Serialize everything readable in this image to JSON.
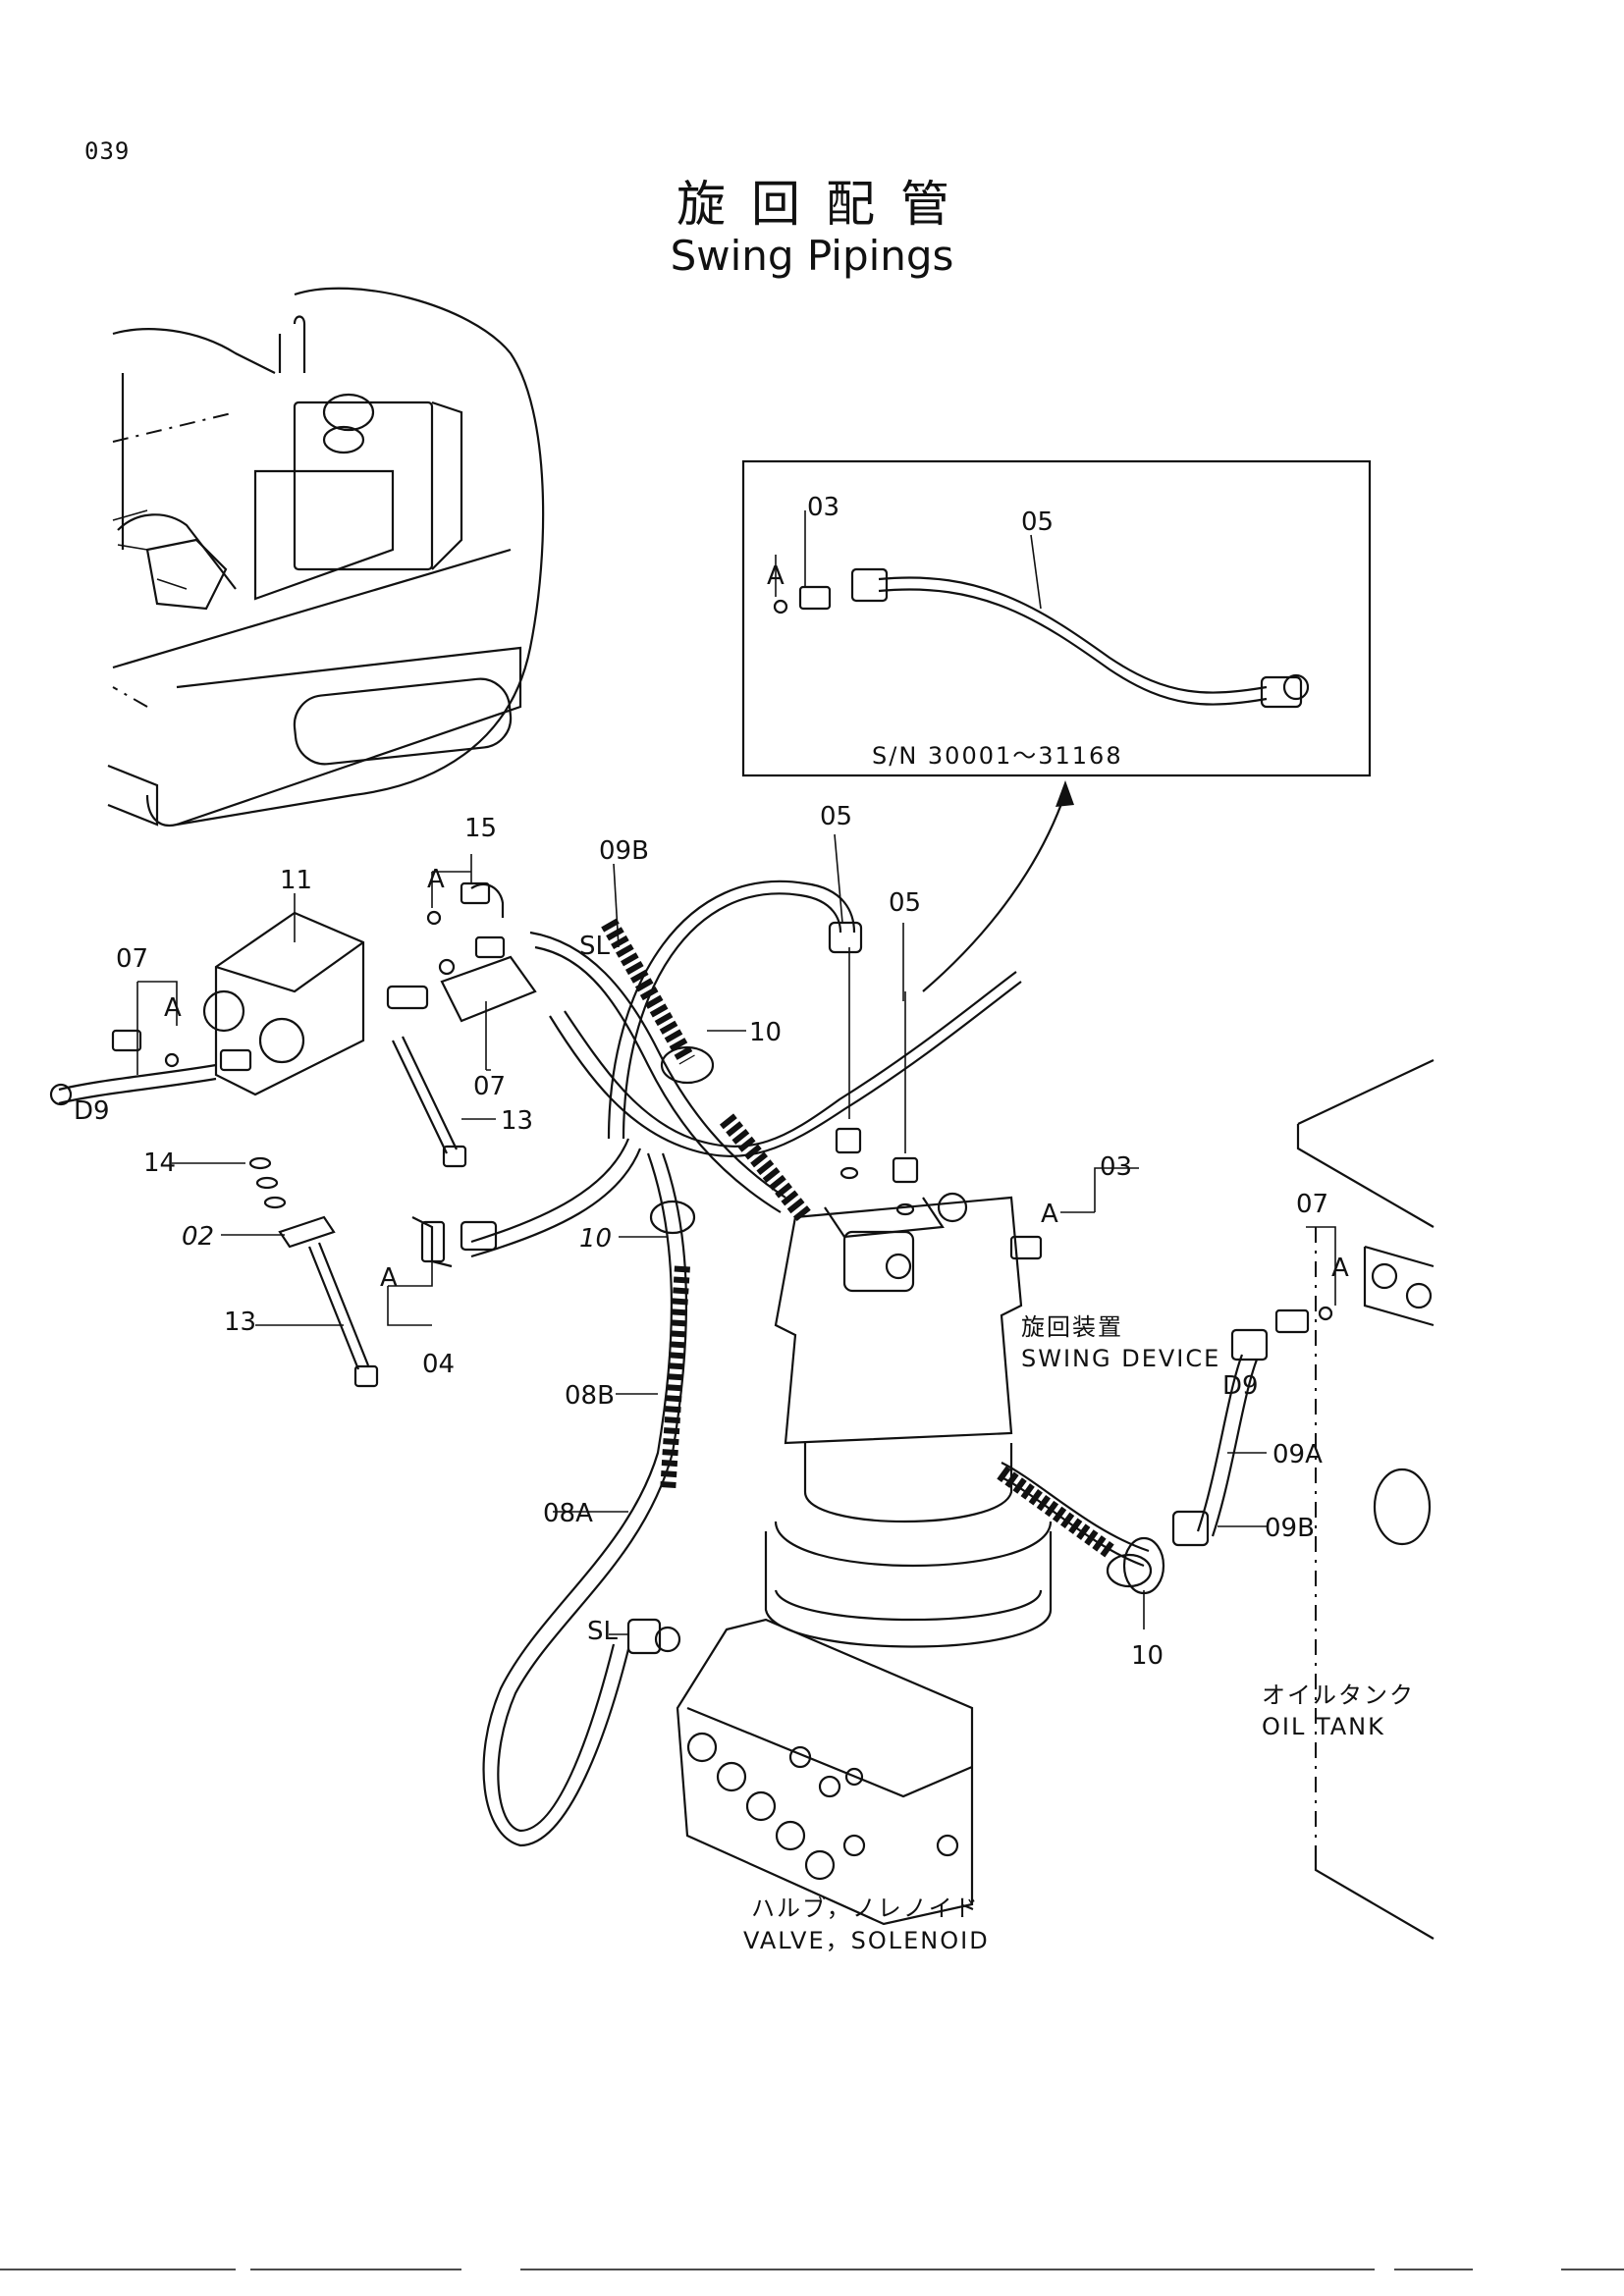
{
  "page": {
    "number": "039",
    "title_jp": "旋回配管",
    "title_en": "Swing Pipings"
  },
  "inset": {
    "serial_range": "S/N 30001～31168",
    "parts": [
      "03",
      "05"
    ],
    "a_label": "A"
  },
  "callouts": {
    "c15": "15",
    "c11": "11",
    "c09b_top": "09B",
    "c05_top": "05",
    "c05_mid": "05",
    "c07_left": "07",
    "c07_mid": "07",
    "c07_right": "07",
    "c13_upper": "13",
    "c13_lower": "13",
    "c14": "14",
    "c02": "02",
    "c04": "04",
    "c10_upper": "10",
    "c10_mid": "10",
    "c10_lower": "10",
    "c03": "03",
    "c08b": "08B",
    "c08a": "08A",
    "c09a": "09A",
    "c09b_right": "09B",
    "d9_left": "D9",
    "d9_right": "D9",
    "sl_top": "SL",
    "sl_bottom": "SL",
    "a_15": "A",
    "a_07left": "A",
    "a_04": "A",
    "a_03": "A",
    "a_07right": "A"
  },
  "captions": {
    "swing_device_jp": "旋回装置",
    "swing_device_en": "SWING DEVICE",
    "oil_tank_jp": "オイルタンク",
    "oil_tank_en": "OIL TANK",
    "valve_jp": "ハルブ，ノレノイド",
    "valve_en": "VALVE，SOLENOID"
  }
}
